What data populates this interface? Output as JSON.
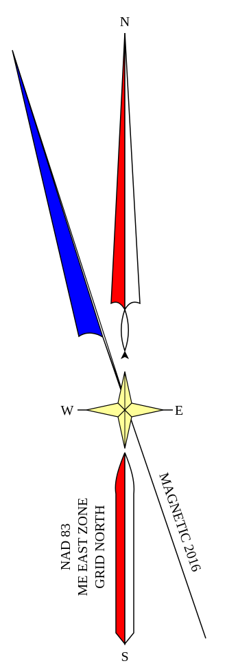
{
  "compass": {
    "north_label": "N",
    "south_label": "S",
    "east_label": "E",
    "west_label": "W"
  },
  "labels": {
    "magnetic": "MAGNETIC 2016",
    "grid_line1": "NAD 83",
    "grid_line2": "ME EAST ZONE",
    "grid_line3": "GRID NORTH"
  },
  "colors": {
    "grid_arrow": "#ff0000",
    "magnetic_arrow": "#0000ff",
    "compass_star": "#ffff99",
    "outline": "#000000"
  }
}
